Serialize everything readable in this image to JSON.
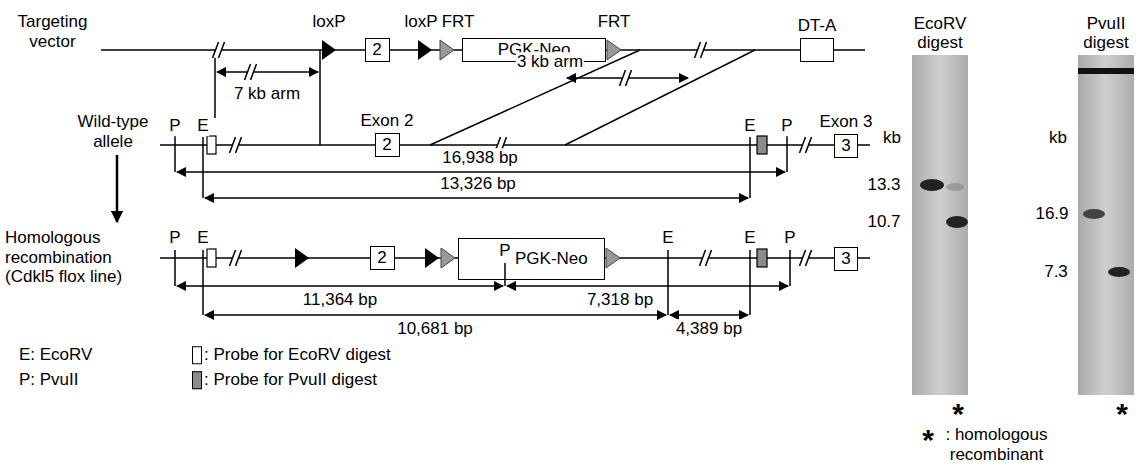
{
  "diagram": {
    "nodes": [
      {
        "text": [
          "2"
        ]
      },
      {
        "text": [
          "PGK-Neo"
        ]
      },
      {
        "text": [
          "DT-A"
        ]
      },
      {
        "text": [
          "Exon 2",
          "2"
        ]
      },
      {
        "text": [
          "Exon 3",
          "3"
        ]
      },
      {
        "text": [
          "2"
        ]
      },
      {
        "text": [
          "PGK-Neo"
        ]
      },
      {
        "text": [
          "3"
        ]
      },
      {
        "text": [
          "EcoRV digest"
        ]
      },
      {
        "text": [
          "PvuII digest"
        ]
      }
    ],
    "labels": [
      "Targeting vector",
      "loxP",
      "loxP",
      "FRT",
      "FRT",
      "7 kb arm",
      "3 kb arm",
      "Wild-type allele",
      "P",
      "E",
      "E",
      "P",
      "16,938 bp",
      "13,326 bp",
      "Homologous recombination (Cdkl5 flox line)",
      "P",
      "E",
      "P",
      "E",
      "E",
      "P",
      "11,364 bp",
      "7,318 bp",
      "10,681 bp",
      "4,389 bp",
      "E: EcoRV",
      "P: PvuII",
      "kb",
      "13.3",
      "10.7",
      "kb",
      "16.9",
      "7.3",
      "*",
      "*",
      "*",
      ": homologous recombinant"
    ],
    "legend": [
      {
        "text": ": Probe for EcoRV digest",
        "color": "#ffffff"
      },
      {
        "text": ": Probe for PvuII digest",
        "color": "#8c8c8c"
      }
    ]
  }
}
